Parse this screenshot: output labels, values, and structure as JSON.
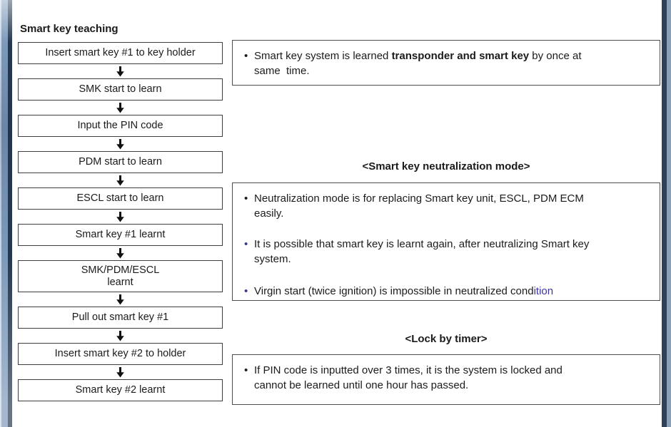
{
  "flowchart": {
    "title": "Smart key teaching",
    "steps": [
      {
        "label": "Insert smart key #1 to key holder"
      },
      {
        "label": "SMK start to learn"
      },
      {
        "label": "Input the PIN code"
      },
      {
        "label": "PDM start to learn"
      },
      {
        "label": "ESCL start to learn"
      },
      {
        "label": "Smart key #1 learnt"
      },
      {
        "label": "SMK/PDM/ESCL\nlearnt"
      },
      {
        "label": "Pull out smart key #1"
      },
      {
        "label": "Insert smart key #2 to holder"
      },
      {
        "label": "Smart key #2 learnt"
      }
    ]
  },
  "notes": {
    "bullet_char": "•",
    "intro": {
      "text_prefix": "Smart key system is learned ",
      "text_bold": "transponder and smart key",
      "text_suffix": " by once at\nsame  time."
    },
    "neutralization": {
      "heading": "<Smart key neutralization mode>",
      "bullet1": "Neutralization mode is for replacing Smart key unit, ESCL, PDM ECM\neasily.",
      "bullet2": "It is possible that smart key is learnt again, after neutralizing Smart key\nsystem.",
      "bullet3_main": "Virgin start (twice ignition) is impossible in neutralized cond",
      "bullet3_blue": "ition"
    },
    "lock_timer": {
      "heading": "<Lock by timer>",
      "bullet1": "If PIN code is inputted over 3 times, it is the system is locked and\ncannot be learned until one hour has passed."
    }
  },
  "colors": {
    "accent_text_blue": "#3c35a5",
    "bullet_blue": "#3a3a96",
    "edge_steel_blue": "#7e9aba",
    "edge_dark_navy": "#24384f",
    "box_border": "#3d3d3d"
  }
}
